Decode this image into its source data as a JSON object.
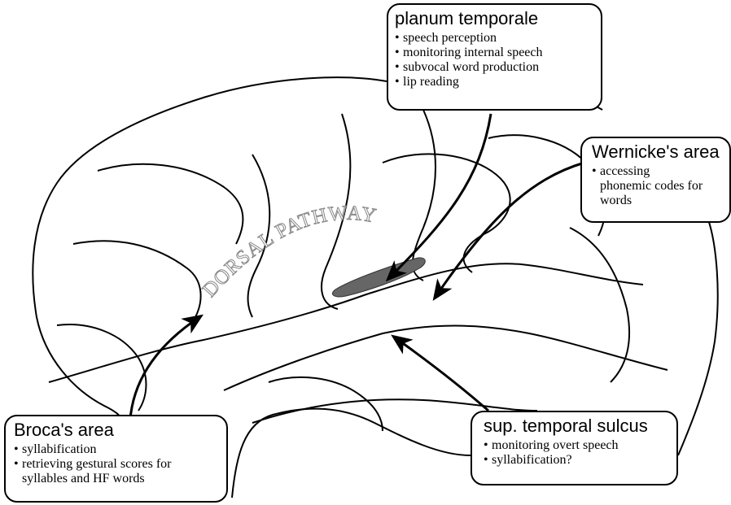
{
  "pathway_label": "DORSAL PATHWAY",
  "boxes": {
    "planum_temporale": {
      "title": "planum temporale",
      "items": [
        "speech perception",
        "monitoring internal speech",
        "subvocal word production",
        "lip reading"
      ]
    },
    "wernickes_area": {
      "title": "Wernicke's area",
      "items": [
        "accessing phonemic codes for words"
      ]
    },
    "brocas_area": {
      "title": "Broca's area",
      "items": [
        "syllabification",
        "retrieving gestural scores for syllables and HF words"
      ]
    },
    "sup_temporal_sulcus": {
      "title": "sup. temporal sulcus",
      "items": [
        "monitoring overt speech",
        "syllabification?"
      ]
    }
  },
  "bullet_char": "•",
  "colors": {
    "line": "#000000",
    "pathway_outline": "#888888",
    "shaded_region": "#666666"
  }
}
